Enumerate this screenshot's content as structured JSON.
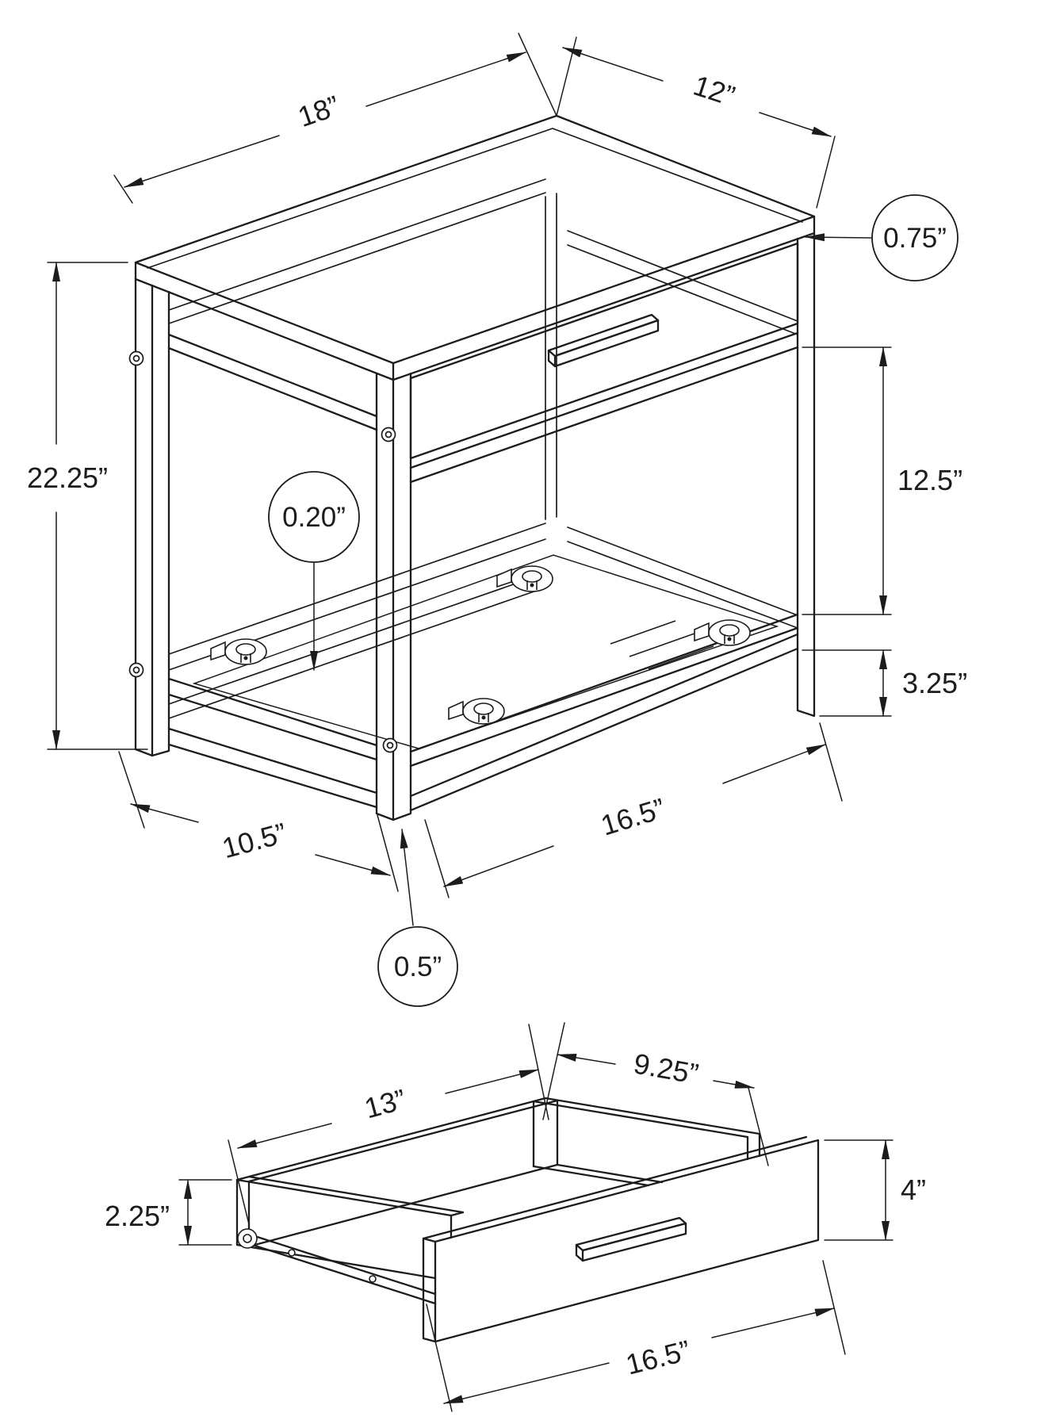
{
  "table": {
    "width_top": "18”",
    "depth_top": "12”",
    "top_thickness": "0.75”",
    "total_height": "22.25”",
    "glass_thickness": "0.20”",
    "drawer_to_shelf": "12.5”",
    "shelf_to_floor": "3.25”",
    "base_depth": "10.5”",
    "base_width": "16.5”",
    "foot_height": "0.5”"
  },
  "drawer": {
    "length": "13”",
    "depth": "9.25”",
    "side_height": "2.25”",
    "front_height": "4”",
    "front_width": "16.5”"
  }
}
